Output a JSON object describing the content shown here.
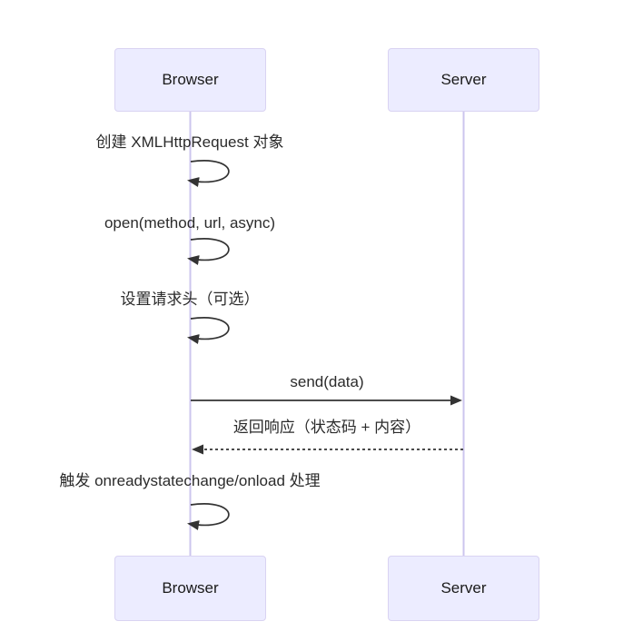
{
  "diagram": {
    "type": "sequence",
    "actors": [
      {
        "id": "browser",
        "label": "Browser"
      },
      {
        "id": "server",
        "label": "Server"
      }
    ],
    "messages": [
      {
        "from": "browser",
        "to": "browser",
        "label": "创建 XMLHttpRequest 对象",
        "line": "self-loop"
      },
      {
        "from": "browser",
        "to": "browser",
        "label": "open(method, url, async)",
        "line": "self-loop"
      },
      {
        "from": "browser",
        "to": "browser",
        "label": "设置请求头（可选）",
        "line": "self-loop"
      },
      {
        "from": "browser",
        "to": "server",
        "label": "send(data)",
        "line": "solid-arrow"
      },
      {
        "from": "server",
        "to": "browser",
        "label": "返回响应（状态码 + 内容）",
        "line": "dashed-arrow"
      },
      {
        "from": "browser",
        "to": "browser",
        "label": "触发 onreadystatechange/onload 处理",
        "line": "self-loop"
      }
    ],
    "colors": {
      "actor_fill": "#ECECFF",
      "actor_border": "#d9d3f2",
      "lifeline": "#ccc5ee",
      "arrow": "#333333",
      "text": "#2b2b2b",
      "background": "#ffffff"
    }
  }
}
